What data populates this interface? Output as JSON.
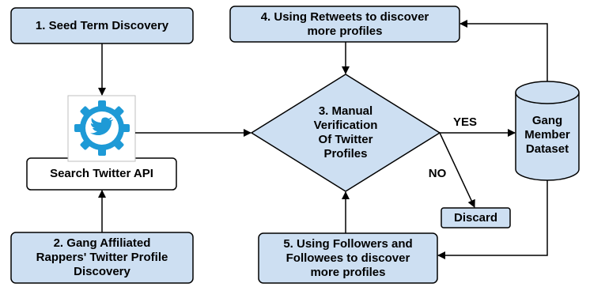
{
  "nodes": {
    "seed_term": "1. Seed Term Discovery",
    "rapper_profiles": "2. Gang Affiliated\nRappers' Twitter Profile\nDiscovery",
    "manual_verification": "3. Manual\nVerification\nOf Twitter\nProfiles",
    "retweets": "4. Using Retweets to discover\nmore profiles",
    "followers": "5. Using Followers and\nFollowees to discover\nmore profiles",
    "search_api": "Search Twitter API",
    "dataset": "Gang\nMember\nDataset",
    "discard": "Discard"
  },
  "edges": {
    "yes_label": "YES",
    "no_label": "NO"
  },
  "icons": {
    "api_logo": "twitter-bird-gear-icon"
  },
  "colors": {
    "box_fill": "#cddff2",
    "box_stroke": "#000000",
    "gear_blue": "#1e9ad6",
    "white_fill": "#ffffff"
  }
}
